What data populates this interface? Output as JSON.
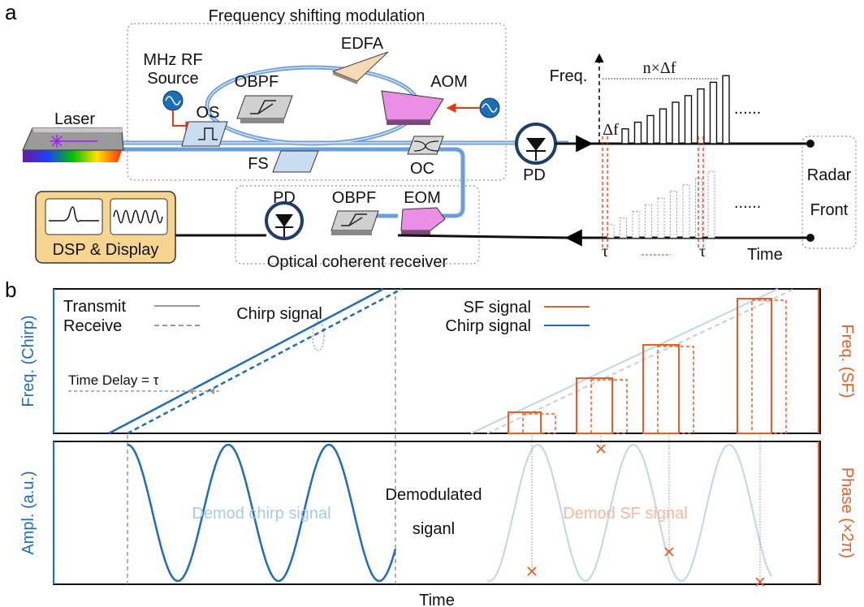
{
  "panel_a": {
    "letter": "a",
    "fsm_title": "Frequency shifting modulation",
    "rf_source": [
      "MHz RF",
      "Source"
    ],
    "laser": "Laser",
    "os": "OS",
    "obpf1": "OBPF",
    "edfa": "EDFA",
    "aom": "AOM",
    "fs": "FS",
    "oc": "OC",
    "pd_tx": "PD",
    "pd_rx": "PD",
    "obpf2": "OBPF",
    "eom": "EOM",
    "dsp": "DSP & Display",
    "ocr_title": "Optical coherent receiver",
    "freq_axis": "Freq.",
    "n_df": "n×Δf",
    "df": "Δf",
    "dots": "......",
    "radar": [
      "Radar",
      "Front"
    ],
    "time": "Time",
    "tau": "τ"
  },
  "panel_b": {
    "letter": "b",
    "legend_transmit": "Transmit",
    "legend_receive": "Receive",
    "chirp_label": "Chirp signal",
    "legend_sf": "SF signal",
    "legend_chirp": "Chirp signal",
    "time_delay": "Time Delay = τ",
    "y_left_top": "Freq. (Chirp)",
    "y_right_top": "Freq. (SF)",
    "y_left_bottom": "Ampl. (a.u.)",
    "y_right_bottom": "Phase (×2π)",
    "demod_chirp": "Demod chirp signal",
    "demod_center": [
      "Demodulated",
      "siganl"
    ],
    "demod_sf": "Demod SF signal",
    "x_label": "Time",
    "colors": {
      "chirp": "#1f6db5",
      "sf": "#e0622a",
      "chirp_light": "#bcd6ea",
      "sf_light": "#f2b9a0",
      "grey": "#999999"
    },
    "tx_bar_heights_rel": [
      1,
      2,
      3,
      4,
      5,
      6,
      7,
      8,
      9
    ],
    "sf_steps_rel": [
      1,
      2,
      3,
      4,
      5
    ]
  }
}
